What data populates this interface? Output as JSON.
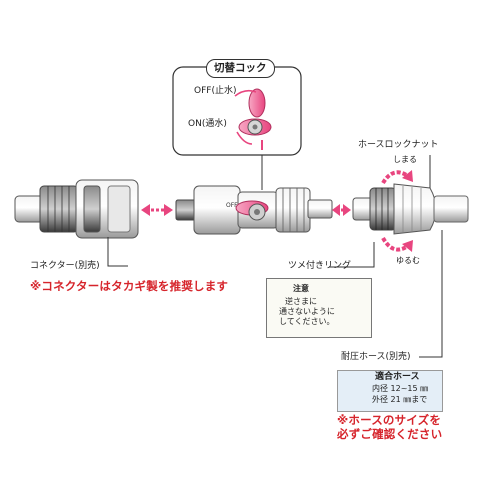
{
  "switch_cock": {
    "title": "切替コック",
    "off_label": "OFF(止水)",
    "on_label": "ON(通水)"
  },
  "hose_lock_nut": {
    "title": "ホースロックナット",
    "tighten": "しまる",
    "loosen": "ゆるむ"
  },
  "connector": {
    "label": "コネクター(別売)",
    "note": "※コネクターはタカギ製を推奨します"
  },
  "claw_ring": {
    "label": "ツメ付きリング"
  },
  "caution": {
    "title": "注意",
    "line1": "逆さまに",
    "line2": "通さないように",
    "line3": "してください。"
  },
  "pressure_hose": {
    "label": "耐圧ホース(別売)",
    "spec_title": "適合ホース",
    "inner": "内径 12~15 ㎜",
    "outer": "外径 21 ㎜まで",
    "note_line1": "※ホースのサイズを",
    "note_line2": "必ずご確認ください"
  },
  "colors": {
    "accent_pink": "#e8457f",
    "note_red": "#d6242b",
    "spec_bg": "#e4eef7"
  }
}
